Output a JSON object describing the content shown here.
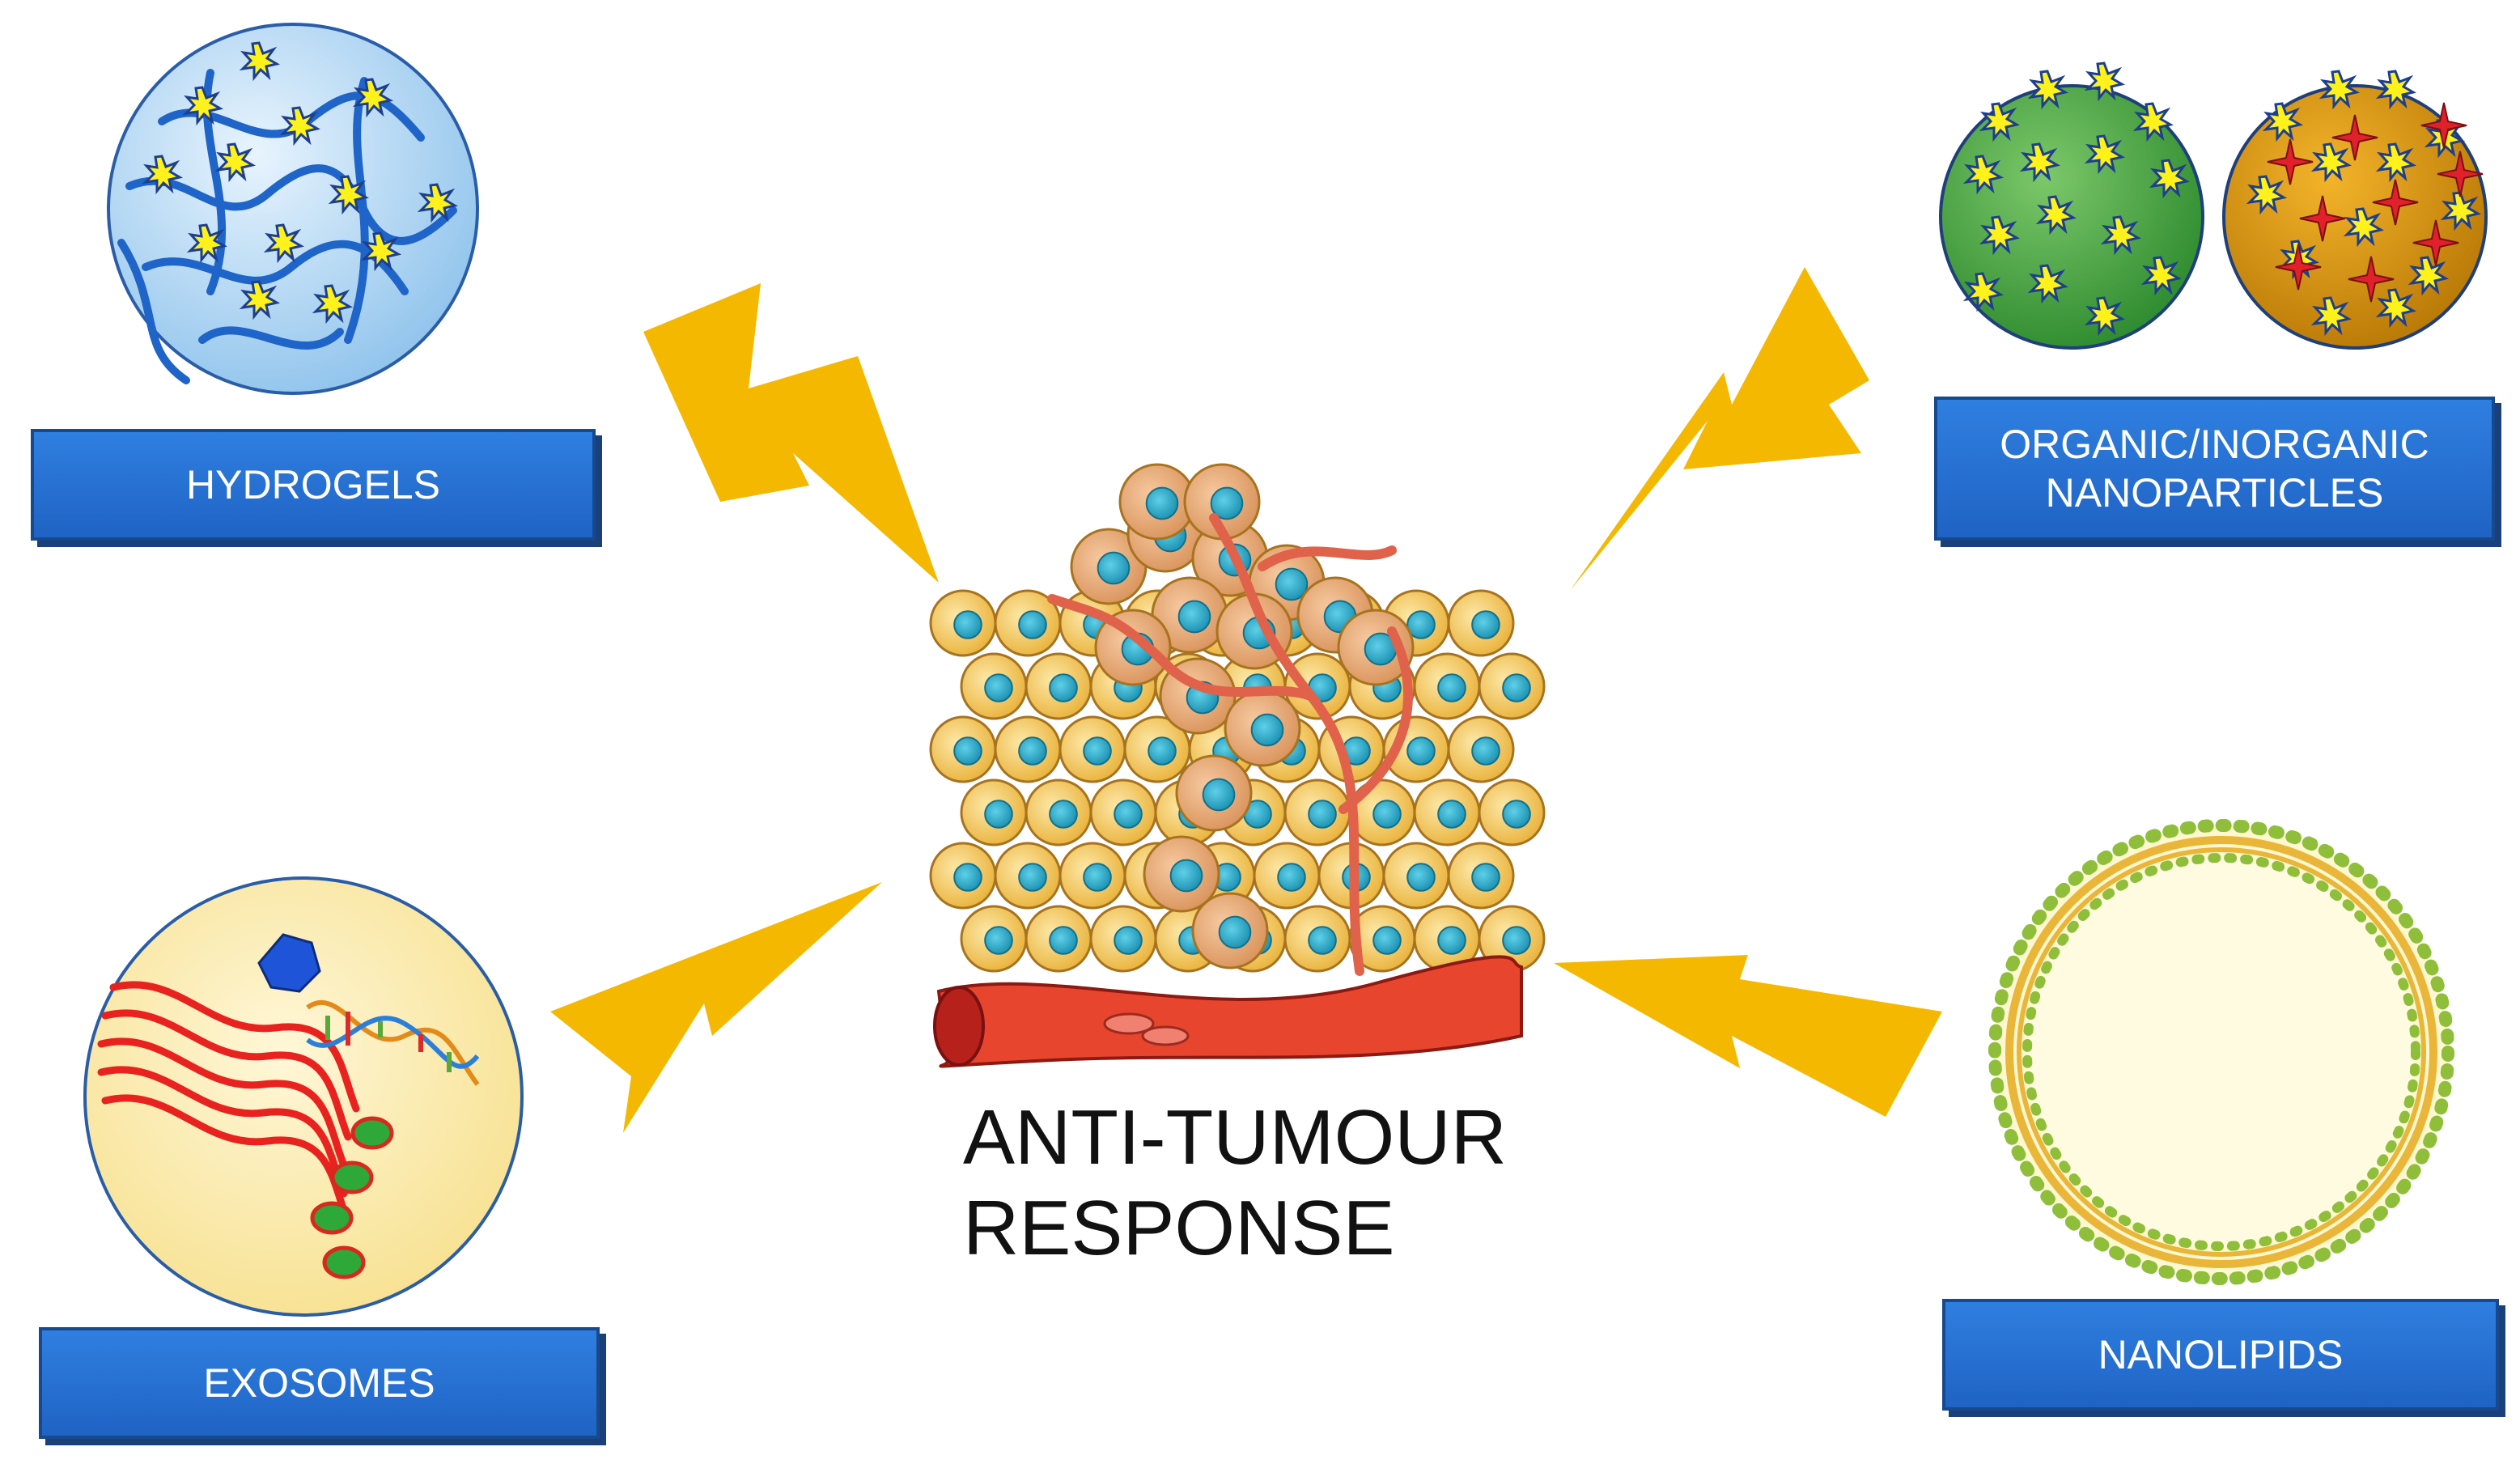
{
  "labels": {
    "hydrogels": "HYDROGELS",
    "nanoparticles_line1": "ORGANIC/INORGANIC",
    "nanoparticles_line2": "NANOPARTICLES",
    "exosomes": "EXOSOMES",
    "nanolipids": "NANOLIPIDS"
  },
  "center": {
    "line1": "ANTI-TUMOUR",
    "line2": "RESPONSE"
  },
  "colors": {
    "label_fill": "#2f7fe0",
    "label_border": "#17498f",
    "bolt": "#f5b800",
    "hydrogel_fill": "#bfe0f7",
    "organic_np": "#3fa63c",
    "inorganic_np": "#d8960f",
    "exosome_fill": "#fbe9a8",
    "liposome_fill": "#fdf8cf",
    "cell": "#f7cf6a",
    "nucleus": "#2ba7c6"
  },
  "icons": [
    "lightning-bolt-icon",
    "star-particle-icon",
    "dna-icon",
    "polyhedron-icon"
  ]
}
